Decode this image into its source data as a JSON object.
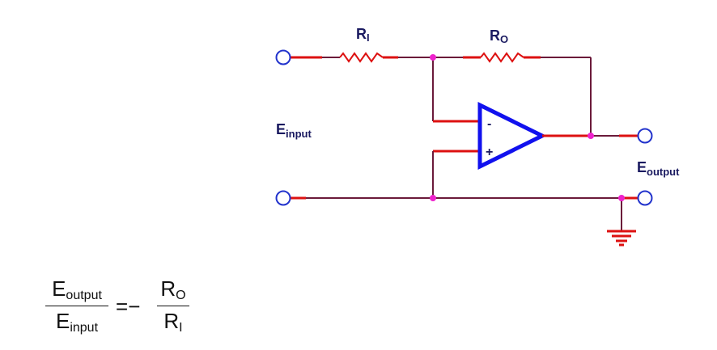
{
  "diagram": {
    "components": {
      "input_resistor": {
        "label": "R",
        "subscript": "I"
      },
      "feedback_resistor": {
        "label": "R",
        "subscript": "O"
      },
      "op_amp": {
        "inverting_symbol": "-",
        "noninverting_symbol": "+"
      }
    },
    "terminals": {
      "input": {
        "label": "E",
        "subscript": "input"
      },
      "output": {
        "label": "E",
        "subscript": "output"
      }
    }
  },
  "formula": {
    "lhs_numerator": {
      "base": "E",
      "subscript": "output"
    },
    "lhs_denominator": {
      "base": "E",
      "subscript": "input"
    },
    "equals": "=",
    "sign": "−",
    "rhs_numerator": {
      "base": "R",
      "subscript": "O"
    },
    "rhs_denominator": {
      "base": "R",
      "subscript": "I"
    }
  },
  "colors": {
    "wire_dark": "#6b1a3a",
    "wire_red": "#dd1111",
    "op_amp_blue": "#1111ee",
    "junction": "#ee22cc",
    "terminal": "#2233cc",
    "label": "#1a1a60",
    "ground": "#dd1111"
  }
}
